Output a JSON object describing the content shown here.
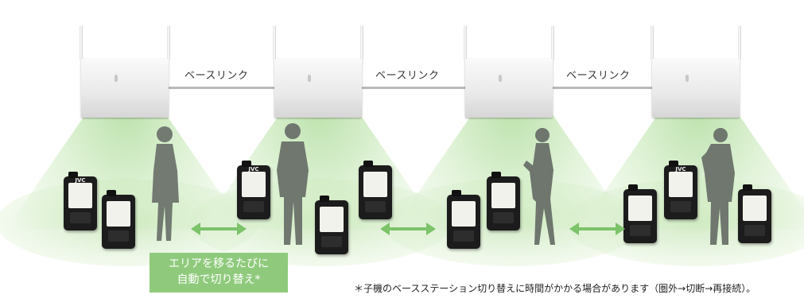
{
  "link_labels": [
    "ベースリンク",
    "ベースリンク",
    "ベースリンク"
  ],
  "devices": [
    {
      "brand": "JVC"
    },
    {
      "brand": ""
    },
    {
      "brand": "JVC"
    },
    {
      "brand": ""
    },
    {
      "brand": ""
    },
    {
      "brand": ""
    },
    {
      "brand": ""
    },
    {
      "brand": ""
    },
    {
      "brand": "JVC"
    },
    {
      "brand": ""
    },
    {
      "brand": ""
    }
  ],
  "callout": {
    "line1": "エリアを移るたびに",
    "line2": "自動で切り替え*"
  },
  "footnote": "＊子機のベースステーション切り替えに時間がかかる場合があります（圏外→切断→再接続）。",
  "colors": {
    "accent_green": "#7cc36a",
    "callout_green": "#8fca7c",
    "coverage_green": "#b2dea0"
  },
  "icons": [
    "base-station-icon",
    "transceiver-icon",
    "person-silhouette-icon",
    "double-arrow-icon"
  ]
}
